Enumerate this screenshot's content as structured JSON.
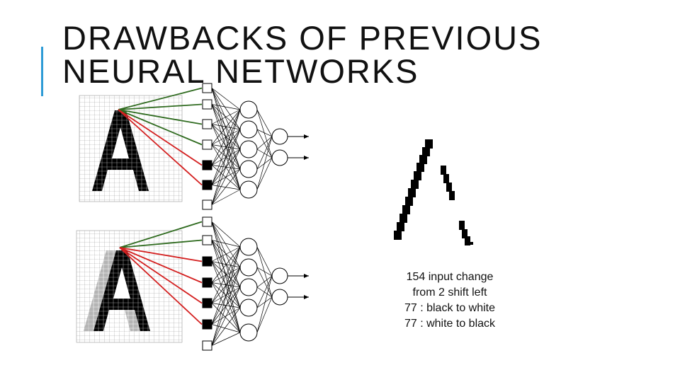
{
  "slide": {
    "title_line1": "DRAWBACKS OF PREVIOUS",
    "title_line2": "NEURAL NETWORKS",
    "accent_color": "#2e9bd6"
  },
  "caption": {
    "line1": "154 input change",
    "line2": "from 2 shift left",
    "line3": "77 : black to white",
    "line4": "77 : white to black"
  },
  "colors": {
    "connection_green": "#2f6b1f",
    "connection_red": "#d42020",
    "shadow_gray": "#b4b4b4",
    "pixel_black": "#000000"
  },
  "networks": [
    {
      "inputs": [
        "white",
        "white",
        "white",
        "white",
        "black",
        "black",
        "white"
      ]
    },
    {
      "inputs": [
        "white",
        "white",
        "black",
        "black",
        "black",
        "black",
        "white"
      ]
    }
  ]
}
